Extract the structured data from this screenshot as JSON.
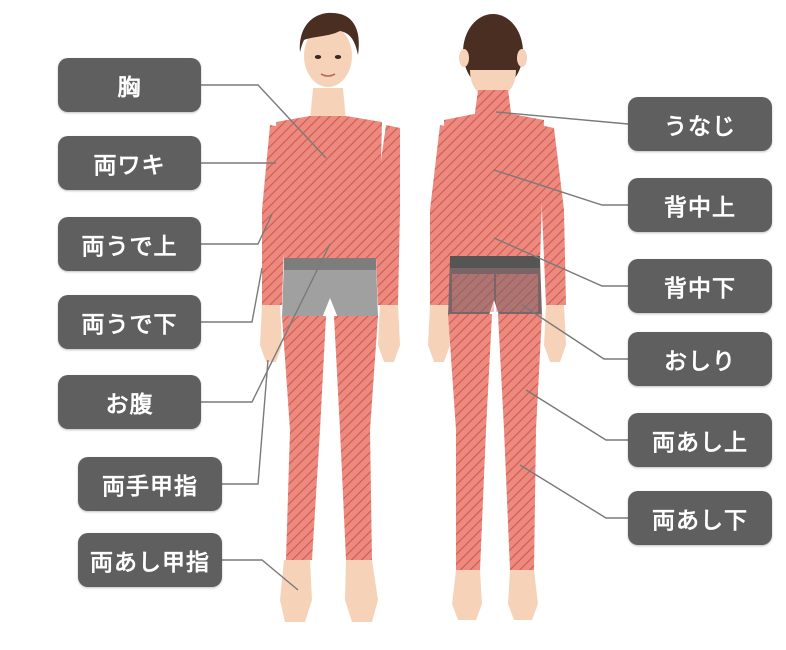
{
  "colors": {
    "label_bg": "#5f5f5f",
    "label_text": "#ffffff",
    "leader_line": "#7a7a7a",
    "skin": "#f6d3b8",
    "highlight": "#ec8a80",
    "stripe": "#d2584e",
    "hair": "#4a2e22",
    "underwear": "#9b9b9b",
    "underwear_back": "#7a6467"
  },
  "front_labels": [
    {
      "id": "chest",
      "text": "胸"
    },
    {
      "id": "armpits",
      "text": "両ワキ"
    },
    {
      "id": "upper-arms",
      "text": "両うで上"
    },
    {
      "id": "lower-arms",
      "text": "両うで下"
    },
    {
      "id": "belly",
      "text": "お腹"
    },
    {
      "id": "hands",
      "text": "両手甲指"
    },
    {
      "id": "feet",
      "text": "両あし甲指"
    }
  ],
  "back_labels": [
    {
      "id": "nape",
      "text": "うなじ"
    },
    {
      "id": "upper-back",
      "text": "背中上"
    },
    {
      "id": "lower-back",
      "text": "背中下"
    },
    {
      "id": "buttocks",
      "text": "おしり"
    },
    {
      "id": "thighs",
      "text": "両あし上"
    },
    {
      "id": "lower-legs",
      "text": "両あし下"
    }
  ],
  "icons": {
    "front_figure": "man-front-figure-icon",
    "back_figure": "man-back-figure-icon"
  }
}
